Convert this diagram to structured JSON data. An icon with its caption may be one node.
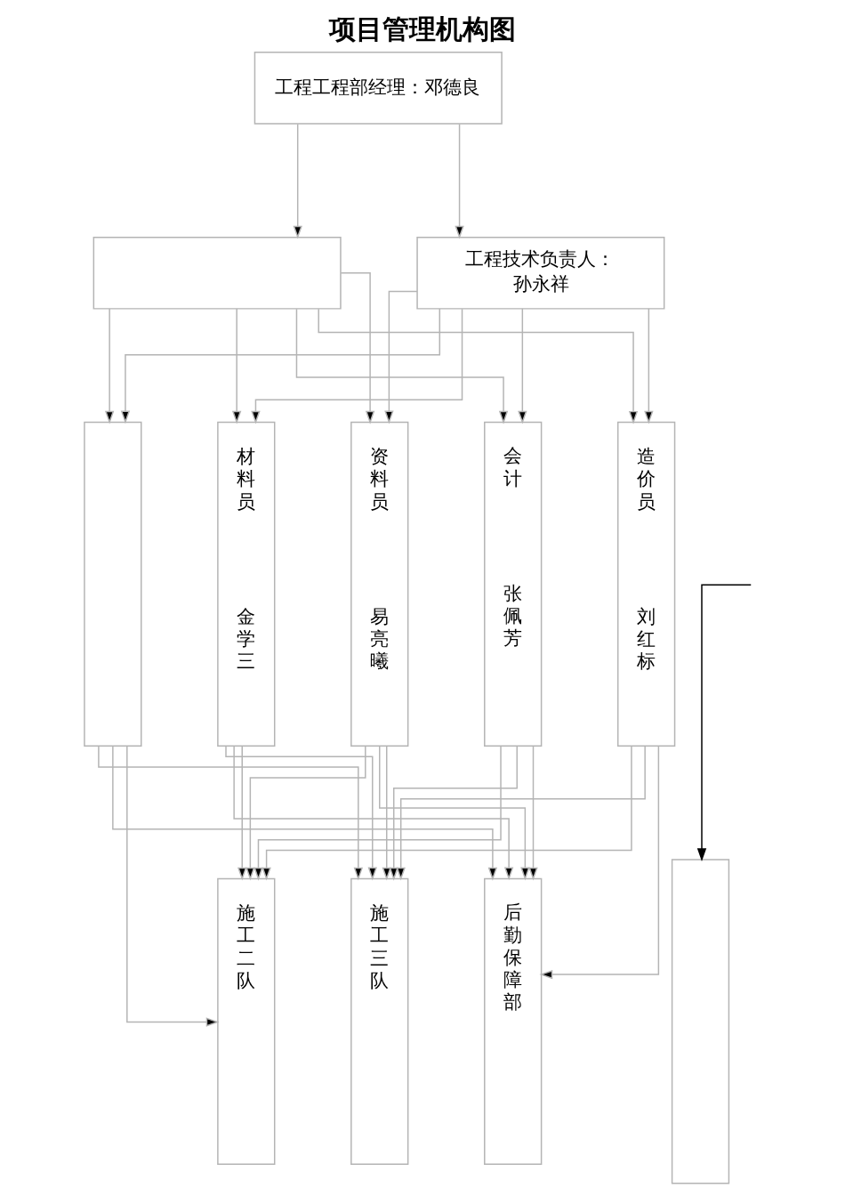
{
  "diagram": {
    "title": "项目管理机构图",
    "nodes": [
      {
        "text": [
          "工程工程部经理：邓德良"
        ]
      },
      {
        "text": [],
        "shape": "box"
      },
      {
        "text": [
          "工程技术负责人：",
          "孙永祥"
        ]
      },
      {
        "text": [],
        "shape": "box"
      },
      {
        "text": [
          "材料员",
          "金学三"
        ]
      },
      {
        "text": [
          "资料员",
          "易亮曦"
        ]
      },
      {
        "text": [
          "会计",
          "张佩芳"
        ]
      },
      {
        "text": [
          "造价员",
          "刘红标"
        ]
      },
      {
        "text": [
          "施工二队"
        ]
      },
      {
        "text": [
          "施工三队"
        ]
      },
      {
        "text": [
          "后勤保障部"
        ]
      },
      {
        "text": [],
        "shape": "box"
      }
    ],
    "edges": [
      {
        "from": 0,
        "to": 1,
        "arrow": "to"
      },
      {
        "from": 0,
        "to": 2,
        "arrow": "to"
      },
      {
        "from": 1,
        "to": 3,
        "arrow": "to"
      },
      {
        "from": 1,
        "to": 4,
        "arrow": "to"
      },
      {
        "from": 1,
        "to": 5,
        "arrow": "to"
      },
      {
        "from": 1,
        "to": 6,
        "arrow": "to"
      },
      {
        "from": 1,
        "to": 7,
        "arrow": "to"
      },
      {
        "from": 2,
        "to": 3,
        "arrow": "to"
      },
      {
        "from": 2,
        "to": 4,
        "arrow": "to"
      },
      {
        "from": 2,
        "to": 5,
        "arrow": "to"
      },
      {
        "from": 2,
        "to": 6,
        "arrow": "to"
      },
      {
        "from": 2,
        "to": 7,
        "arrow": "to"
      },
      {
        "from": 3,
        "to": 8,
        "arrow": "to"
      },
      {
        "from": 3,
        "to": 9,
        "arrow": "to"
      },
      {
        "from": 3,
        "to": 10,
        "arrow": "to"
      },
      {
        "from": 4,
        "to": 8,
        "arrow": "to"
      },
      {
        "from": 4,
        "to": 9,
        "arrow": "to"
      },
      {
        "from": 4,
        "to": 10,
        "arrow": "to"
      },
      {
        "from": 5,
        "to": 8,
        "arrow": "to"
      },
      {
        "from": 5,
        "to": 9,
        "arrow": "to"
      },
      {
        "from": 5,
        "to": 10,
        "arrow": "to"
      },
      {
        "from": 6,
        "to": 8,
        "arrow": "to"
      },
      {
        "from": 6,
        "to": 9,
        "arrow": "to"
      },
      {
        "from": 6,
        "to": 10,
        "arrow": "to"
      },
      {
        "from": 7,
        "to": 8,
        "arrow": "to"
      },
      {
        "from": 7,
        "to": 9,
        "arrow": "to"
      },
      {
        "from": 7,
        "to": 10,
        "arrow": "to"
      },
      {
        "from": null,
        "to": 11,
        "arrow": "to",
        "color": "#000000"
      }
    ]
  }
}
